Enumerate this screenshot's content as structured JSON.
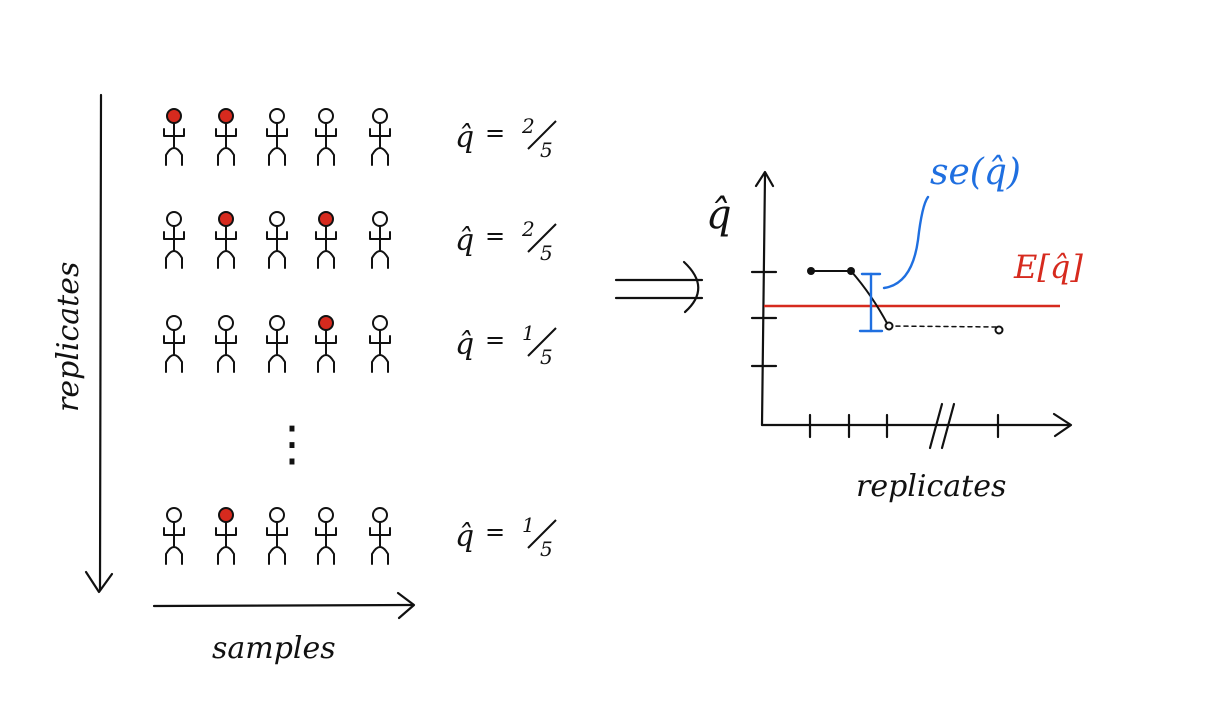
{
  "colors": {
    "ink": "#111111",
    "highlight": "#d62a1e",
    "expectation": "#d62a1e",
    "standard_error": "#1f6fe0"
  },
  "left_panel": {
    "vertical_axis_label": "replicates",
    "horizontal_axis_label": "samples",
    "ellipsis": "⋮",
    "rows": [
      {
        "highlighted": [
          true,
          true,
          false,
          false,
          false
        ],
        "estimate": {
          "symbol": "q̂",
          "equals": "=",
          "numerator": "2",
          "denominator": "5"
        }
      },
      {
        "highlighted": [
          false,
          true,
          false,
          true,
          false
        ],
        "estimate": {
          "symbol": "q̂",
          "equals": "=",
          "numerator": "2",
          "denominator": "5"
        }
      },
      {
        "highlighted": [
          false,
          false,
          false,
          true,
          false
        ],
        "estimate": {
          "symbol": "q̂",
          "equals": "=",
          "numerator": "1",
          "denominator": "5"
        }
      },
      {
        "highlighted": [
          false,
          true,
          false,
          false,
          false
        ],
        "estimate": {
          "symbol": "q̂",
          "equals": "=",
          "numerator": "1",
          "denominator": "5"
        }
      }
    ]
  },
  "arrow_icon": "implies-arrow-icon",
  "right_panel": {
    "y_axis_label": "q̂",
    "x_axis_label": "replicates",
    "expectation_label": "E[q̂]",
    "standard_error_label": "se(q̂)"
  }
}
